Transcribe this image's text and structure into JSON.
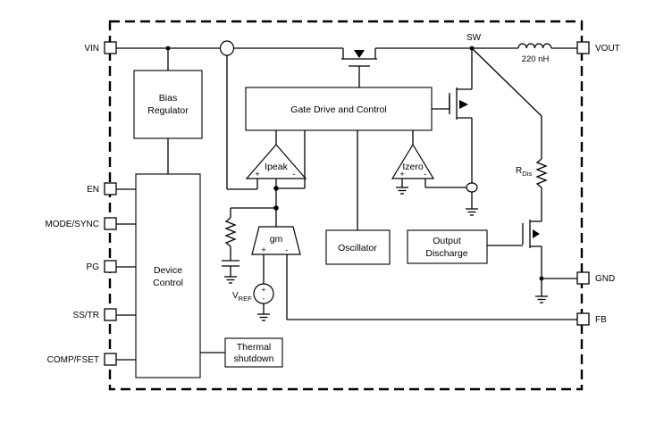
{
  "pins": {
    "vin": "VIN",
    "vout": "VOUT",
    "en": "EN",
    "mode_sync": "MODE/SYNC",
    "pg": "PG",
    "ss_tr": "SS/TR",
    "comp_fset": "COMP/FSET",
    "gnd": "GND",
    "fb": "FB"
  },
  "nodes": {
    "sw": "SW"
  },
  "blocks": {
    "bias_regulator": [
      "Bias",
      "Regulator"
    ],
    "gate_drive": "Gate Drive and Control",
    "device_control": [
      "Device",
      "Control"
    ],
    "oscillator": "Oscillator",
    "output_discharge": [
      "Output",
      "Discharge"
    ],
    "thermal_shutdown": [
      "Thermal",
      "shutdown"
    ]
  },
  "amplifiers": {
    "ipeak": "Ipeak",
    "izero": "Izero",
    "gm": "gm"
  },
  "components": {
    "inductor_value": "220 nH",
    "r_dis_main": "R",
    "r_dis_sub": "Dis",
    "vref_main": "V",
    "vref_sub": "REF"
  }
}
